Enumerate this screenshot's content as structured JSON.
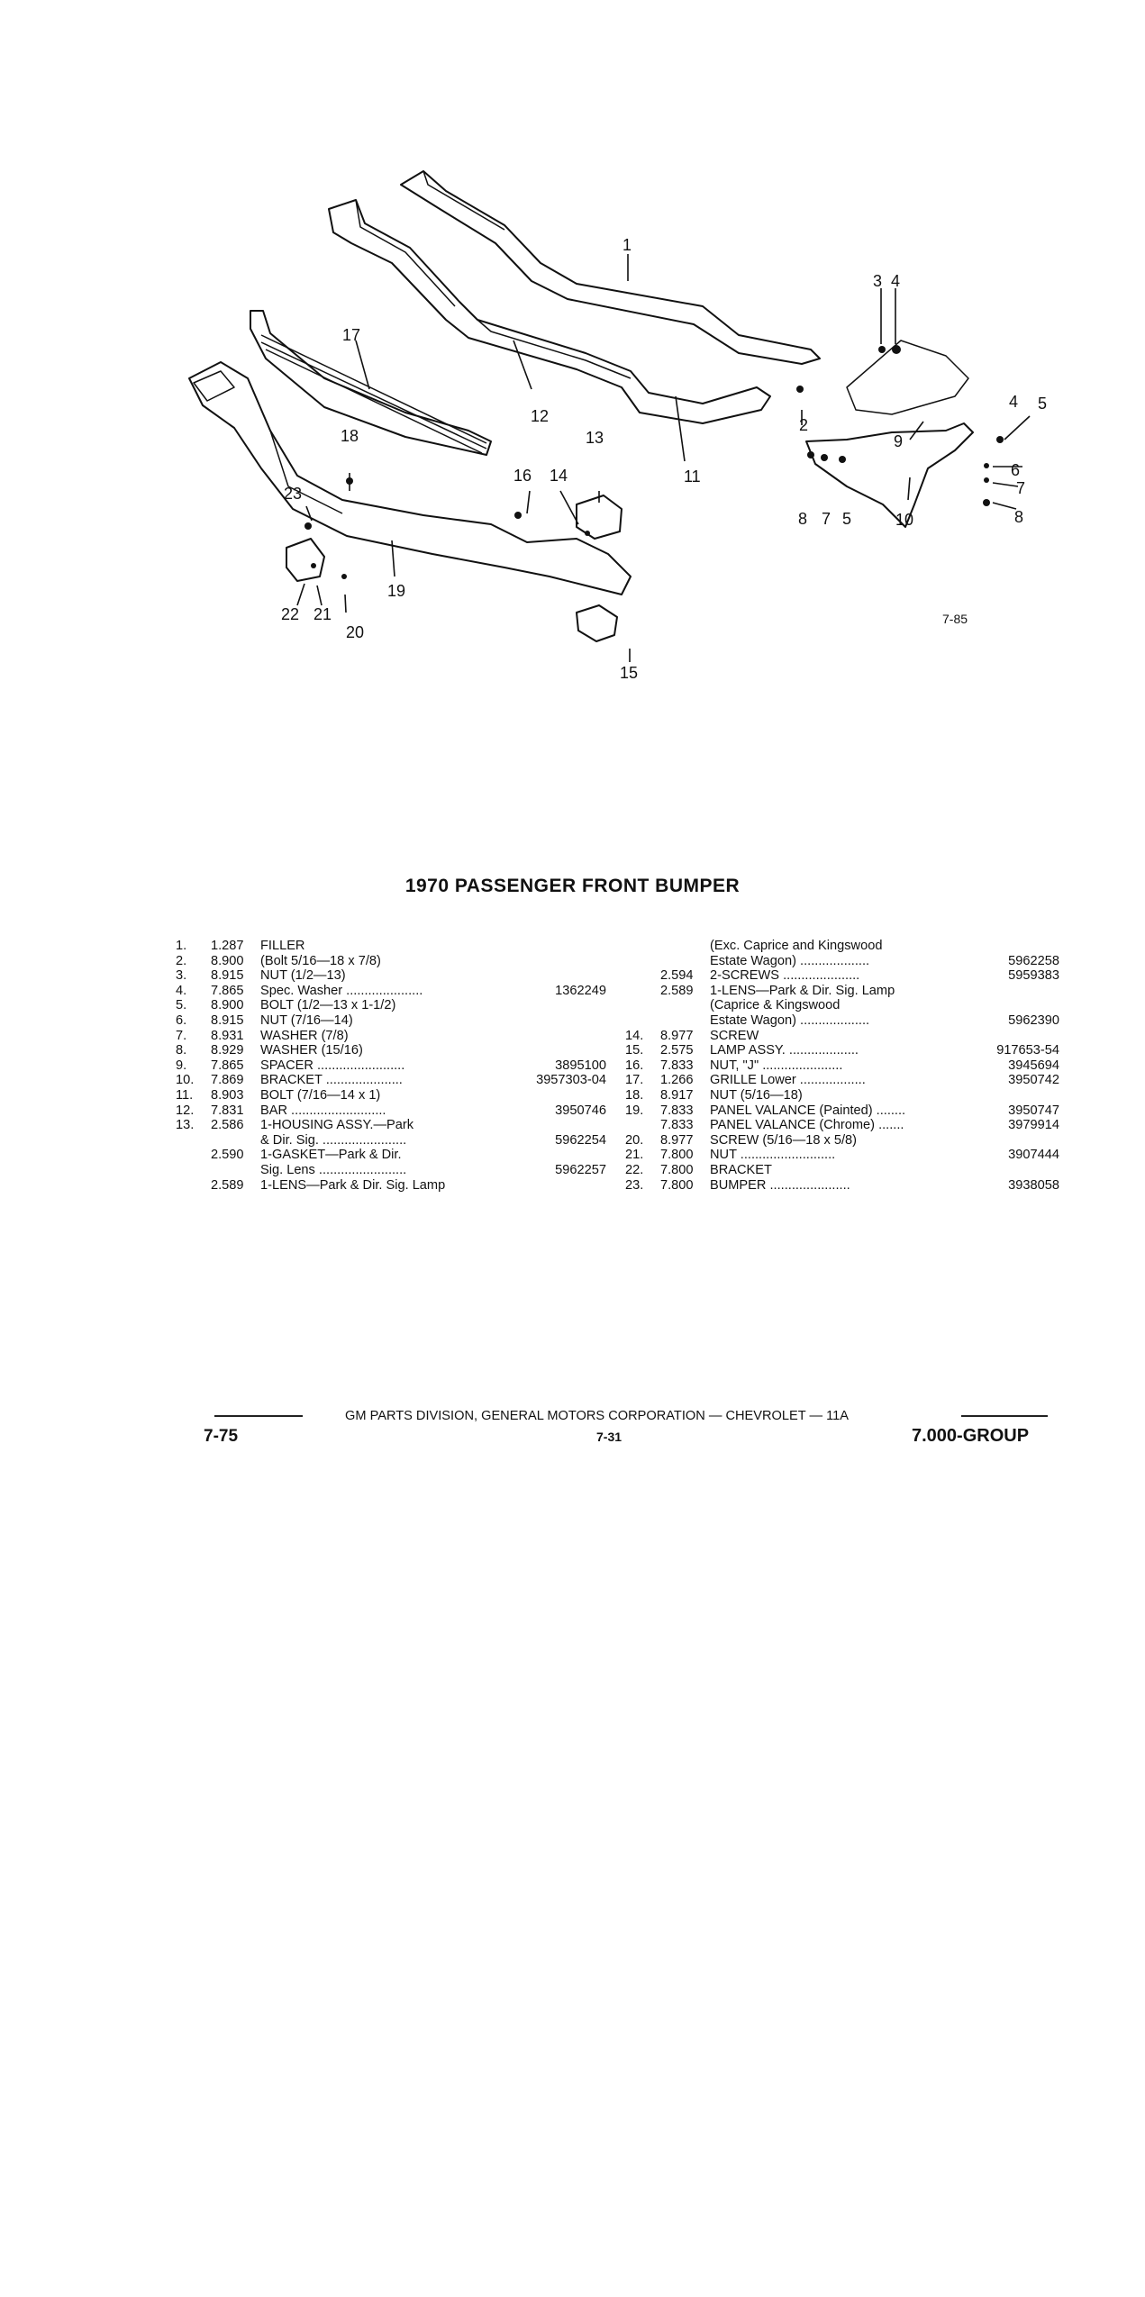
{
  "diagram": {
    "figure_ref": "7-85",
    "callouts": [
      "1",
      "2",
      "3",
      "4",
      "4",
      "5",
      "6",
      "7",
      "8",
      "9",
      "10",
      "11",
      "12",
      "13",
      "14",
      "15",
      "16",
      "17",
      "18",
      "19",
      "20",
      "21",
      "22",
      "23",
      "8",
      "7",
      "5"
    ]
  },
  "title": "1970 PASSENGER FRONT BUMPER",
  "parts_left": [
    {
      "num": "1.",
      "code": "1.287",
      "desc": "FILLER",
      "part": ""
    },
    {
      "num": "2.",
      "code": "8.900",
      "desc": "(Bolt 5/16—18 x 7/8)",
      "part": ""
    },
    {
      "num": "3.",
      "code": "8.915",
      "desc": "NUT (1/2—13)",
      "part": ""
    },
    {
      "num": "4.",
      "code": "7.865",
      "desc": "Spec. Washer .....................",
      "part": "1362249"
    },
    {
      "num": "5.",
      "code": "8.900",
      "desc": "BOLT (1/2—13 x 1-1/2)",
      "part": ""
    },
    {
      "num": "6.",
      "code": "8.915",
      "desc": "NUT (7/16—14)",
      "part": ""
    },
    {
      "num": "7.",
      "code": "8.931",
      "desc": "WASHER (7/8)",
      "part": ""
    },
    {
      "num": "8.",
      "code": "8.929",
      "desc": "WASHER (15/16)",
      "part": ""
    },
    {
      "num": "9.",
      "code": "7.865",
      "desc": "SPACER ........................",
      "part": "3895100"
    },
    {
      "num": "10.",
      "code": "7.869",
      "desc": "BRACKET .....................",
      "part": "3957303-04"
    },
    {
      "num": "11.",
      "code": "8.903",
      "desc": "BOLT (7/16—14 x 1)",
      "part": ""
    },
    {
      "num": "12.",
      "code": "7.831",
      "desc": "BAR ..........................",
      "part": "3950746"
    },
    {
      "num": "13.",
      "code": "2.586",
      "desc": "1-HOUSING ASSY.—Park",
      "part": ""
    },
    {
      "num": "",
      "code": "",
      "desc": "& Dir. Sig. .......................",
      "part": "5962254"
    },
    {
      "num": "",
      "code": "2.590",
      "desc": "1-GASKET—Park & Dir.",
      "part": ""
    },
    {
      "num": "",
      "code": "",
      "desc": "Sig. Lens ........................",
      "part": "5962257"
    },
    {
      "num": "",
      "code": "2.589",
      "desc": "1-LENS—Park & Dir. Sig. Lamp",
      "part": ""
    }
  ],
  "parts_right": [
    {
      "num": "",
      "code": "",
      "desc": "(Exc. Caprice and Kingswood",
      "part": ""
    },
    {
      "num": "",
      "code": "",
      "desc": "Estate Wagon) ...................",
      "part": "5962258"
    },
    {
      "num": "",
      "code": "2.594",
      "desc": "2-SCREWS .....................",
      "part": "5959383"
    },
    {
      "num": "",
      "code": "2.589",
      "desc": "1-LENS—Park & Dir. Sig. Lamp",
      "part": ""
    },
    {
      "num": "",
      "code": "",
      "desc": "(Caprice & Kingswood",
      "part": ""
    },
    {
      "num": "",
      "code": "",
      "desc": "Estate Wagon) ...................",
      "part": "5962390"
    },
    {
      "num": "14.",
      "code": "8.977",
      "desc": "SCREW",
      "part": ""
    },
    {
      "num": "15.",
      "code": "2.575",
      "desc": "LAMP ASSY. ...................",
      "part": "917653-54"
    },
    {
      "num": "16.",
      "code": "7.833",
      "desc": "NUT, \"J\" ......................",
      "part": "3945694"
    },
    {
      "num": "17.",
      "code": "1.266",
      "desc": "GRILLE Lower ..................",
      "part": "3950742"
    },
    {
      "num": "18.",
      "code": "8.917",
      "desc": "NUT (5/16—18)",
      "part": ""
    },
    {
      "num": "19.",
      "code": "7.833",
      "desc": "PANEL VALANCE (Painted) ........",
      "part": "3950747"
    },
    {
      "num": "",
      "code": "7.833",
      "desc": "PANEL VALANCE (Chrome) .......",
      "part": "3979914"
    },
    {
      "num": "20.",
      "code": "8.977",
      "desc": "SCREW (5/16—18 x 5/8)",
      "part": ""
    },
    {
      "num": "21.",
      "code": "7.800",
      "desc": "NUT ..........................",
      "part": "3907444"
    },
    {
      "num": "22.",
      "code": "7.800",
      "desc": "BRACKET",
      "part": ""
    },
    {
      "num": "23.",
      "code": "7.800",
      "desc": "BUMPER ......................",
      "part": "3938058"
    }
  ],
  "footer": {
    "line": "GM PARTS DIVISION, GENERAL MOTORS CORPORATION — CHEVROLET — 11A",
    "left": "7-75",
    "center": "7-31",
    "right": "7.000-GROUP"
  }
}
